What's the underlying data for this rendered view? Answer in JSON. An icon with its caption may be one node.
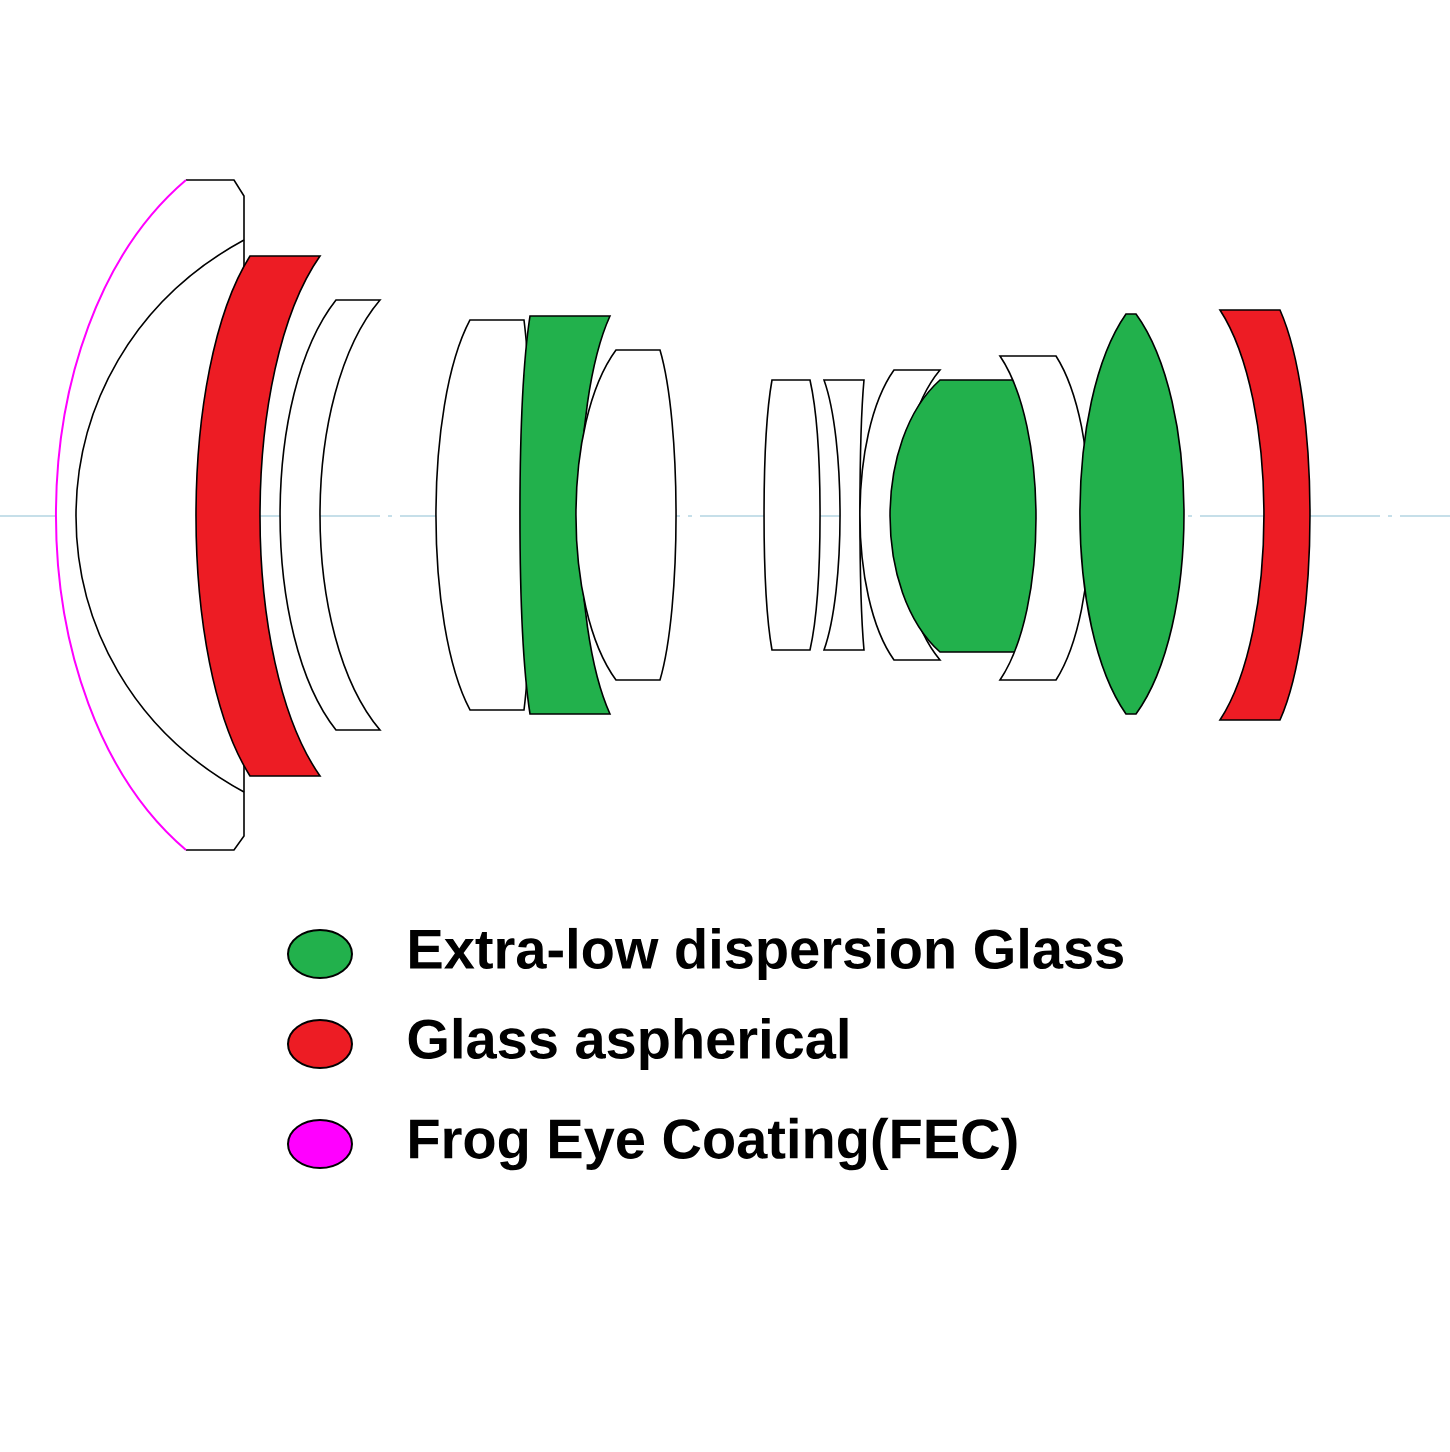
{
  "diagram": {
    "legend": [
      {
        "text": "Extra-low dispersion Glass",
        "color": "#22b14c"
      },
      {
        "text": "Glass aspherical",
        "color": "#ed1c24"
      },
      {
        "text": "Frog Eye Coating(FEC)",
        "color": "#ff00ff"
      }
    ]
  }
}
